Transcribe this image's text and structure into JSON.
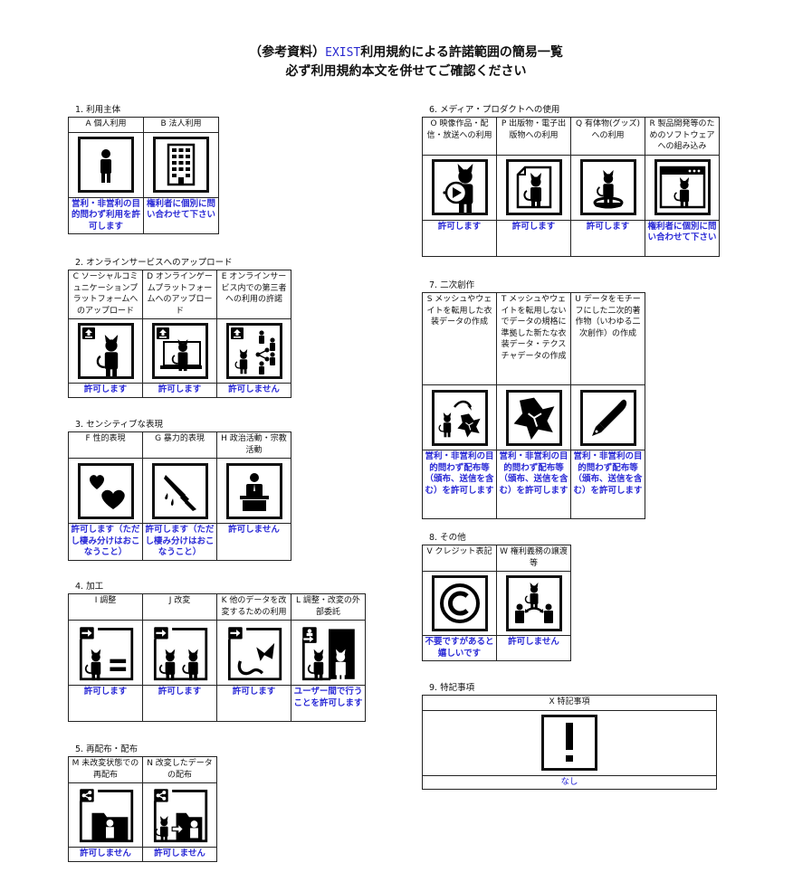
{
  "title": {
    "line1_prefix": "（参考資料）",
    "line1_brand": "EXIST",
    "line1_suffix": "利用規約による許諾範囲の簡易一覧",
    "line2": "必ず利用規約本文を併せてご確認ください"
  },
  "colors": {
    "result_text": "#2a2ad6",
    "brand": "#2a2ad0",
    "border": "#222222"
  },
  "sections": [
    {
      "label": "1. 利用主体",
      "items": [
        {
          "header": "A 個人利用",
          "icon": "person-icon",
          "result": "営利・非営利の目的問わず利用を許可します"
        },
        {
          "header": "B 法人利用",
          "icon": "building-icon",
          "result": "権利者に個別に問い合わせて下さい"
        }
      ]
    },
    {
      "label": "2. オンラインサービスへのアップロード",
      "items": [
        {
          "header": "C ソーシャルコミュニケーションプラットフォームへのアップロード",
          "icon": "upload-social-icon",
          "result": "許可します"
        },
        {
          "header": "D オンラインゲームプラットフォームへのアップロード",
          "icon": "upload-game-icon",
          "result": "許可します"
        },
        {
          "header": "E オンラインサービス内での第三者への利用の許諾",
          "icon": "upload-share-icon",
          "result": "許可しません"
        }
      ]
    },
    {
      "label": "3. センシティブな表現",
      "items": [
        {
          "header": "F 性的表現",
          "icon": "hearts-icon",
          "result": "許可します（ただし棲み分けはおこなうこと）"
        },
        {
          "header": "G 暴力的表現",
          "icon": "knife-icon",
          "result": "許可します（ただし棲み分けはおこなうこと）"
        },
        {
          "header": "H 政治活動・宗教活動",
          "icon": "podium-icon",
          "result": "許可しません"
        }
      ]
    },
    {
      "label": "4. 加工",
      "items": [
        {
          "header": "I 調整",
          "icon": "adjust-icon",
          "result": "許可します"
        },
        {
          "header": "J 改変",
          "icon": "modify-icon",
          "result": "許可します"
        },
        {
          "header": "K 他のデータを改変するための利用",
          "icon": "parts-icon",
          "result": "許可します"
        },
        {
          "header": "L 調整・改変の外部委託",
          "icon": "outsource-icon",
          "result": "ユーザー間で行うことを許可します"
        }
      ]
    },
    {
      "label": "5. 再配布・配布",
      "items": [
        {
          "header": "M 未改変状態での再配布",
          "icon": "redistribute-icon",
          "result": "許可しません"
        },
        {
          "header": "N 改変したデータの配布",
          "icon": "distribute-modified-icon",
          "result": "許可しません"
        }
      ]
    },
    {
      "label": "6. メディア・プロダクトへの使用",
      "items": [
        {
          "header": "O 映像作品・配信・放送への利用",
          "icon": "video-icon",
          "result": "許可します"
        },
        {
          "header": "P 出版物・電子出版物への利用",
          "icon": "publication-icon",
          "result": "許可します"
        },
        {
          "header": "Q 有体物(グッズ)への利用",
          "icon": "figure-icon",
          "result": "許可します"
        },
        {
          "header": "R 製品開発等のためのソフトウェアへの組み込み",
          "icon": "software-icon",
          "result": "権利者に個別に問い合わせて下さい"
        }
      ]
    },
    {
      "label": "7. 二次創作",
      "items": [
        {
          "header": "S メッシュやウェイトを転用した衣装データの作成",
          "icon": "costume-convert-icon",
          "result": "営利・非営利の目的問わず配布等（頒布、送信を含む）を許可します"
        },
        {
          "header": "T メッシュやウェイトを転用しないでデータの規格に準拠した新たな衣装データ・テクスチャデータの作成",
          "icon": "costume-icon",
          "result": "営利・非営利の目的問わず配布等（頒布、送信を含む）を許可します"
        },
        {
          "header": "U データをモチーフにした二次的著作物（いわゆる二次創作）の作成",
          "icon": "pen-icon",
          "result": "営利・非営利の目的問わず配布等（頒布、送信を含む）を許可します"
        }
      ]
    },
    {
      "label": "8. その他",
      "items": [
        {
          "header": "V クレジット表記",
          "icon": "copyright-icon",
          "result": "不要ですがあると嬉しいです"
        },
        {
          "header": "W 権利義務の譲渡等",
          "icon": "transfer-icon",
          "result": "許可しません"
        }
      ]
    },
    {
      "label": "9. 特記事項",
      "items": [
        {
          "header": "X 特記事項",
          "icon": "exclamation-icon",
          "result": "なし"
        }
      ]
    }
  ]
}
